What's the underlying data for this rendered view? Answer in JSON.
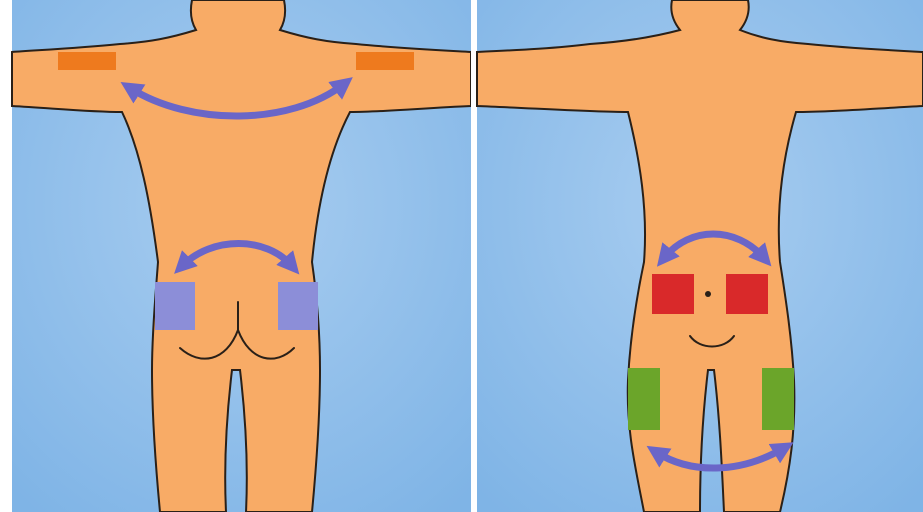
{
  "panels": [
    {
      "view": "back",
      "arrows": [
        "shoulder",
        "hip"
      ],
      "sites": [
        "left-shoulder",
        "right-shoulder",
        "left-buttock",
        "right-buttock"
      ]
    },
    {
      "view": "front",
      "arrows": [
        "abdomen",
        "thigh"
      ],
      "sites": [
        "left-abdomen",
        "right-abdomen",
        "left-thigh",
        "right-thigh"
      ]
    }
  ],
  "colors": {
    "background": "#7fb4e6",
    "background_light": "#a8cdf0",
    "skin": "#f8ab66",
    "outline": "#2a2018",
    "divider": "#ffffff",
    "arrow": "#6a66c8",
    "site_shoulder": "#ee7a1e",
    "site_buttock": "#8c8ed8",
    "site_abdomen": "#d9292a",
    "site_thigh": "#6ba52a"
  },
  "icons": {
    "rotation_arrow": "curved-double-arrow-icon",
    "navel": "navel-dot"
  }
}
